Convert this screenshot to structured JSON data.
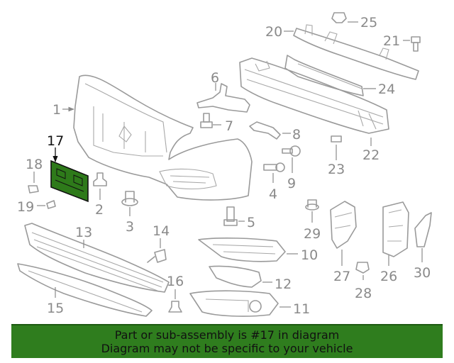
{
  "diagram": {
    "highlighted_part": "17",
    "callouts": [
      "1",
      "2",
      "3",
      "4",
      "5",
      "6",
      "7",
      "8",
      "9",
      "10",
      "11",
      "12",
      "13",
      "14",
      "15",
      "16",
      "17",
      "18",
      "19",
      "20",
      "21",
      "22",
      "23",
      "24",
      "25",
      "26",
      "27",
      "28",
      "29",
      "30"
    ]
  },
  "banner": {
    "line1": "Part or sub-assembly is #17 in diagram",
    "line2": "Diagram may not be specific to your vehicle"
  },
  "colors": {
    "banner_bg": "#2f7d1e",
    "highlight_fill": "#2e7a1a",
    "line_gray": "#9a9a9a",
    "label_gray": "#8a8a8a"
  }
}
